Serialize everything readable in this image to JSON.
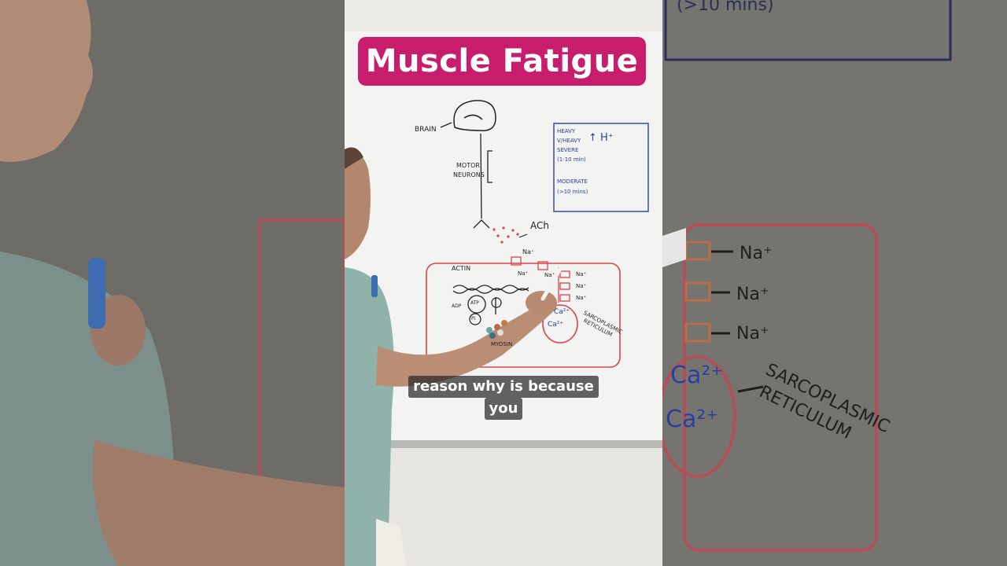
{
  "video": {
    "title": "Muscle Fatigue",
    "caption": [
      "reason why is because",
      "you"
    ]
  },
  "whiteboard": {
    "diagram_labels": {
      "brain": "BRAIN",
      "motor_neurons": [
        "MOTOR",
        "NEURONS"
      ],
      "ach": "ACh",
      "actin": "ACTIN",
      "atp": "ATP",
      "adp": "ADP",
      "pi": "Pi",
      "myosin": "MYOSIN",
      "na": "Na⁺",
      "ca": "Ca²⁺",
      "sarcoplasmic": [
        "SARCOPLASMIC",
        "RETICULUM"
      ]
    },
    "intensity_box": {
      "lines": [
        "HEAVY",
        "V/HEAVY",
        "SEVERE",
        "(1-10 min)",
        "MODERATE",
        "(>10 mins)"
      ],
      "marker": "↑ H⁺"
    }
  },
  "zoomed_right": {
    "top_text": "(>10 mins)",
    "na_labels": [
      "Na⁺",
      "Na⁺",
      "Na⁺"
    ],
    "ca_labels": [
      "Ca²⁺",
      "Ca²⁺"
    ],
    "sarcoplasmic": [
      "SARCOPLASMIC",
      "RETICULUM"
    ]
  },
  "colors": {
    "banner": "#c81d6d",
    "red_ink": "#d9464f",
    "blue_ink": "#2a3fa0",
    "black_ink": "#222222",
    "shirt": "#8fb3aa"
  }
}
